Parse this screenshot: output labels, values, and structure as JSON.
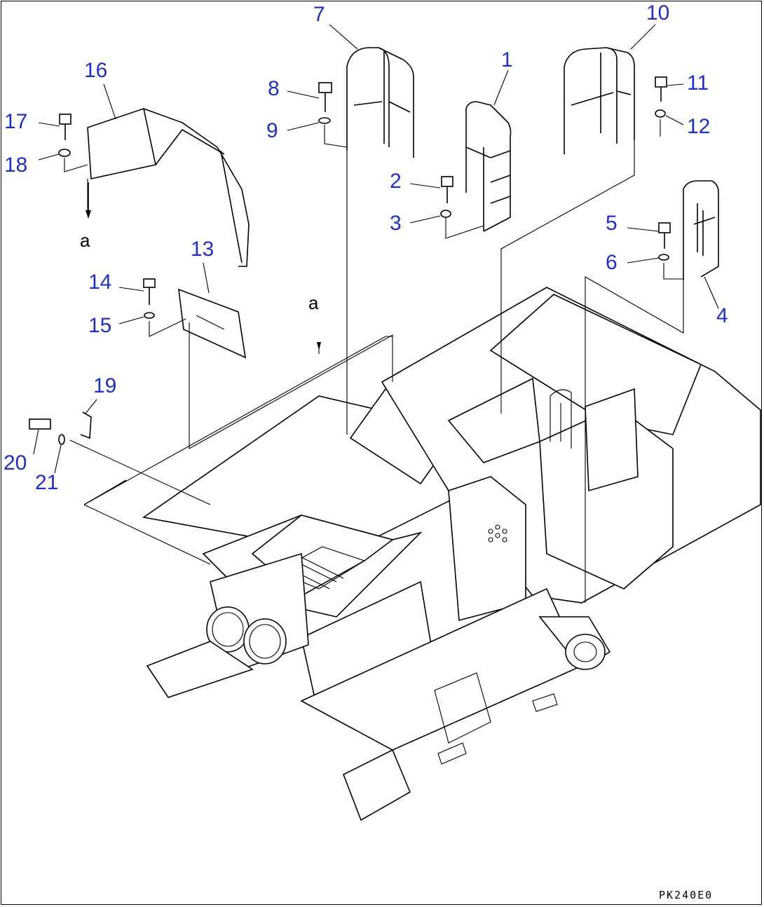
{
  "diagram": {
    "part_labels": {
      "p1": "1",
      "p2": "2",
      "p3": "3",
      "p4": "4",
      "p5": "5",
      "p6": "6",
      "p7": "7",
      "p8": "8",
      "p9": "9",
      "p10": "10",
      "p11": "11",
      "p12": "12",
      "p13": "13",
      "p14": "14",
      "p15": "15",
      "p16": "16",
      "p17": "17",
      "p18": "18",
      "p19": "19",
      "p20": "20",
      "p21": "21"
    },
    "reference_marks": {
      "a_left": "a",
      "a_center": "a"
    },
    "drawing_code": "PK240E0",
    "colors": {
      "label": "#1f2fc4",
      "line": "#000000",
      "background": "#ffffff"
    }
  }
}
